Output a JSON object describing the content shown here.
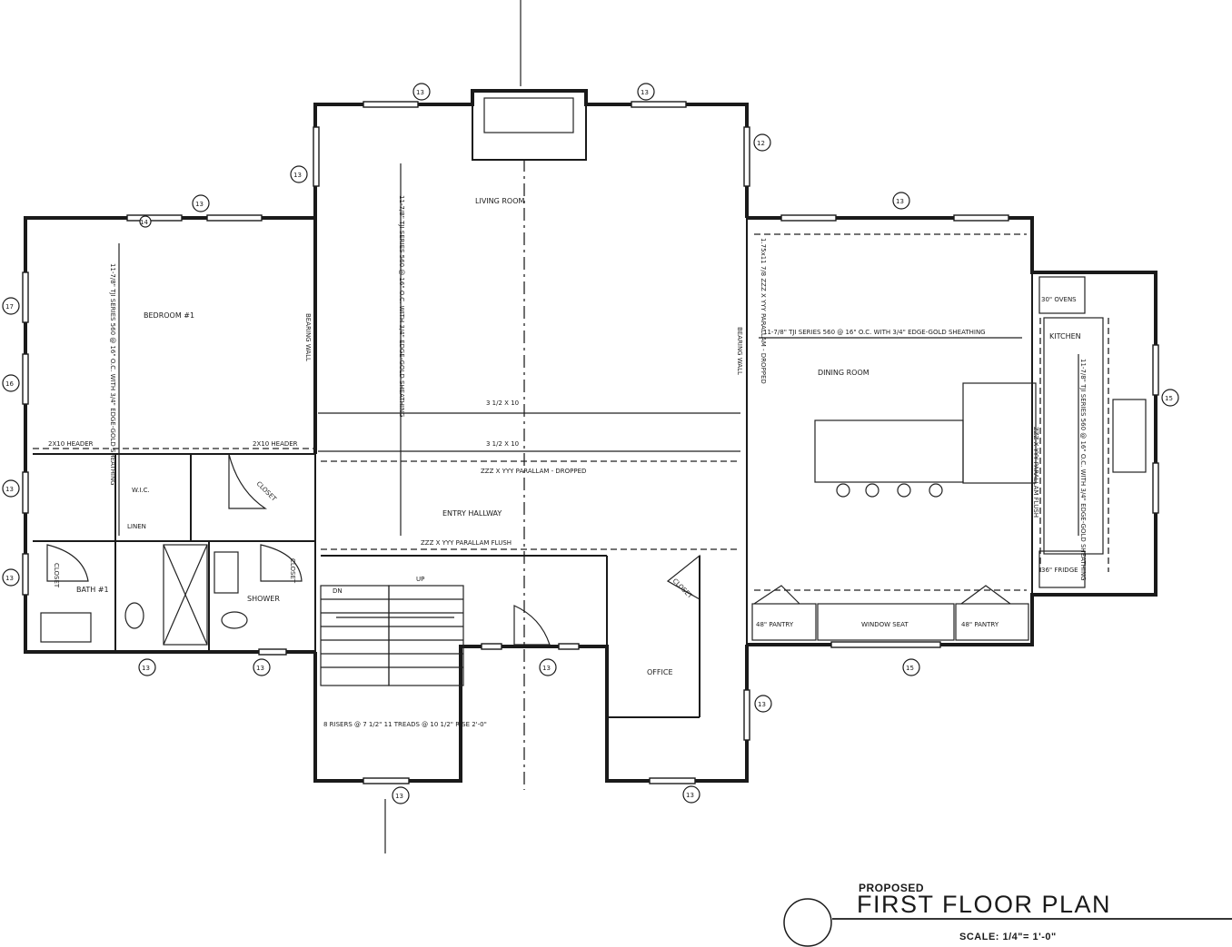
{
  "title": {
    "prefix": "PROPOSED",
    "main": "FIRST FLOOR PLAN",
    "scale": "SCALE: 1/4\"= 1'-0\""
  },
  "rooms": {
    "living": "LIVING ROOM",
    "bedroom": "BEDROOM #1",
    "dining": "DINING ROOM",
    "kitchen": "KITCHEN",
    "entry": "ENTRY HALLWAY",
    "bath": "BATH #1",
    "shower": "SHOWER",
    "office": "OFFICE",
    "wic": "W.I.C.",
    "window_seat": "WINDOW SEAT",
    "pantry_left": "48\" PANTRY",
    "pantry_right": "48\" PANTRY"
  },
  "notes": {
    "bearing_wall_left": "BEARING WALL",
    "bearing_wall_right": "BEARING WALL",
    "joist_living": "11-7/8\" TJI SERIES 560 @ 16\" O.C. WITH 3/4\" EDGE-GOLD SHEATHING",
    "joist_bedroom": "11-7/8\" TJI SERIES 560 @ 16\" O.C. WITH 3/4\" EDGE-GOLD SHEATHING",
    "joist_dining": "11-7/8\" TJI SERIES 560 @ 16\" O.C. WITH 3/4\" EDGE-GOLD SHEATHING",
    "joist_kitchen": "11-7/8\" TJI SERIES 560 @ 16\" O.C. WITH 3/4\" EDGE-GOLD SHEATHING",
    "beam_dining": "1.75x11 7/8 ZZZ X YYY PARALLAM - DROPPED",
    "beam_entry": "ZZZ X YYY PARALLAM - DROPPED",
    "beam_flush": "ZZZ X YYY PARALLAM FLUSH",
    "beam_kitchen": "ZZZ X YYY PARALLAM FLUSH",
    "beam_label_a": "3 1/2 X 10",
    "beam_label_b": "3 1/2 X 10",
    "header_left": "2X10 HEADER",
    "header_mid": "2X10 HEADER",
    "stairs_note": "8 RISERS @ 7 1/2\" 11 TREADS @ 10 1/2\" RISE 2'-0\"",
    "up": "UP",
    "dn": "DN",
    "lin": "LINEN",
    "clos_a": "CLOSET",
    "clos_b": "CLOSET",
    "clos_c": "CLOSET",
    "clos_d": "CLOSET",
    "wall_oven": "30\" OVENS",
    "fridge": "36\" FRIDGE"
  },
  "tags": [
    "13",
    "13",
    "13",
    "17",
    "16",
    "13",
    "13",
    "13",
    "12",
    "13",
    "15",
    "15",
    "13",
    "13",
    "13",
    "13",
    "13",
    "13",
    "14"
  ]
}
